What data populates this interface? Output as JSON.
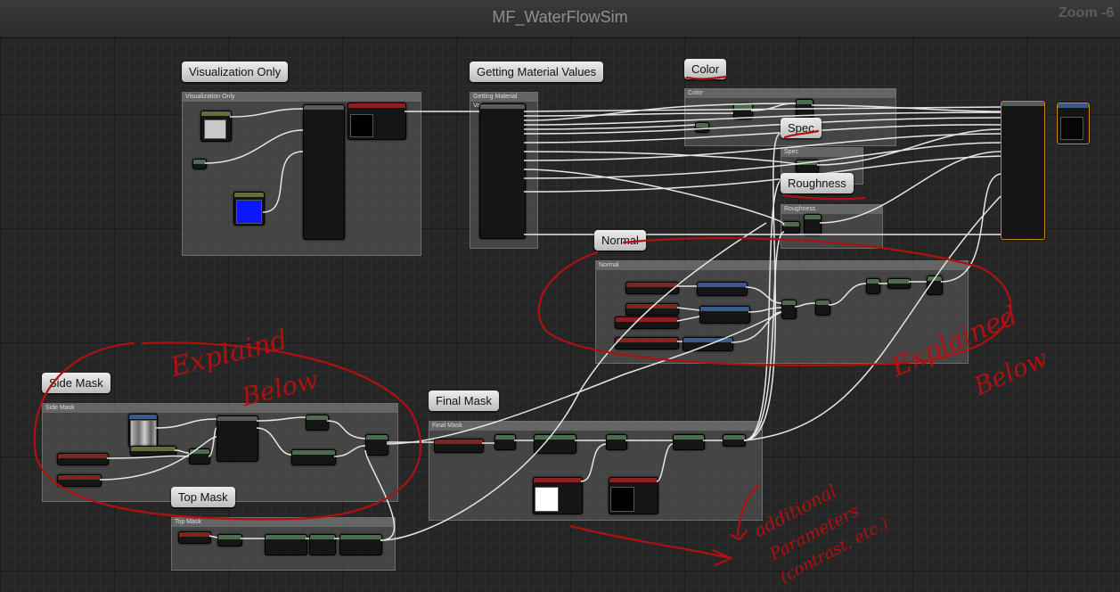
{
  "editor": {
    "title": "MF_WaterFlowSim",
    "zoom": "Zoom -6"
  },
  "comments": {
    "visualization": {
      "bubble": "Visualization Only",
      "header": "Visualization Only"
    },
    "getting": {
      "bubble": "Getting Material Values",
      "header": "Getting Material Values"
    },
    "color": {
      "bubble": "Color",
      "header": "Color"
    },
    "spec": {
      "bubble": "Spec",
      "header": "Spec"
    },
    "roughness": {
      "bubble": "Roughness",
      "header": "Roughness"
    },
    "normal": {
      "bubble": "Normal",
      "header": "Normal"
    },
    "sidemask": {
      "bubble": "Side Mask",
      "header": "Side Mask"
    },
    "topmask": {
      "bubble": "Top Mask",
      "header": "Top Mask"
    },
    "finalmask": {
      "bubble": "Final Mask",
      "header": "Final Mask"
    }
  },
  "annotations": {
    "explained_left": [
      "Explaind",
      "Below"
    ],
    "explained_right": [
      "Explained",
      "Below"
    ],
    "additional": [
      "additional",
      "Parameters",
      "(contrast, etc.)"
    ]
  },
  "colors": {
    "annotation": "#b01010",
    "wire": "#e6e6e6",
    "selected_outline": "#d08a1a",
    "blue_swatch": "#0a17ff"
  }
}
